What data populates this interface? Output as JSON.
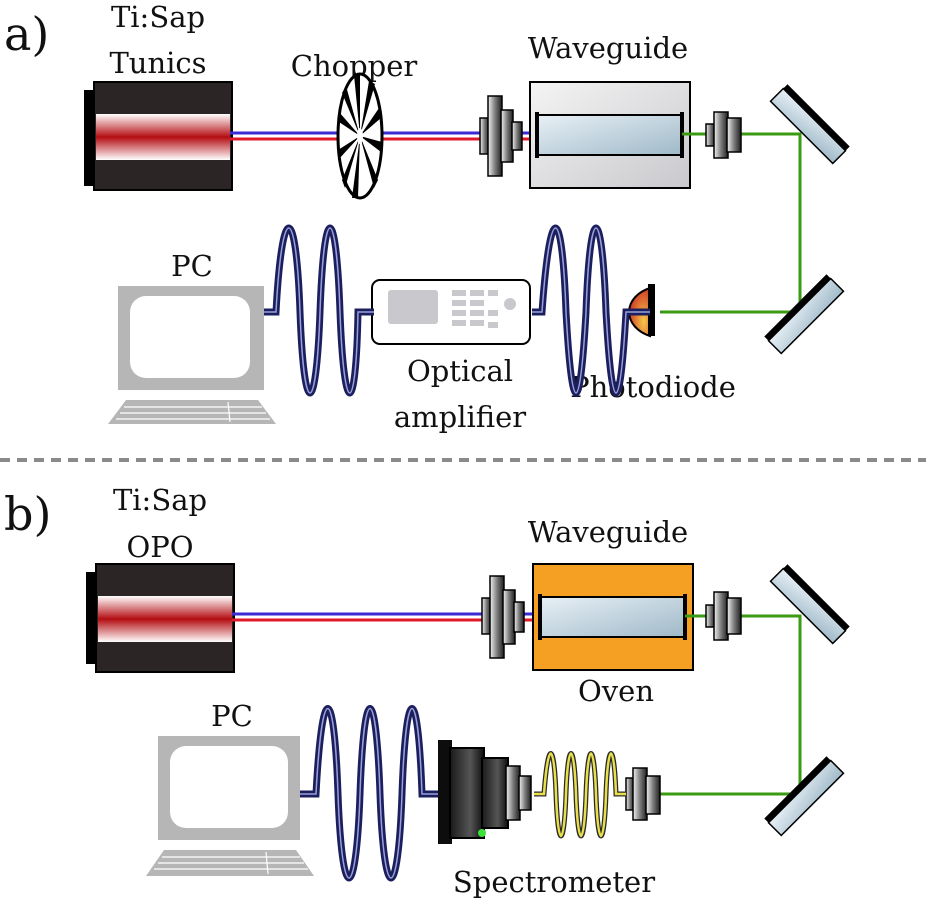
{
  "panel_a": {
    "letter": "a)",
    "laser_name": "Ti:Sap",
    "laser_model": "Tunics",
    "chopper": "Chopper",
    "waveguide": "Waveguide",
    "pc": "PC",
    "amplifier_line1": "Optical",
    "amplifier_line2": "amplifier",
    "photodiode": "Photodiode"
  },
  "panel_b": {
    "letter": "b)",
    "laser_name": "Ti:Sap",
    "laser_model": "OPO",
    "waveguide": "Waveguide",
    "oven": "Oven",
    "pc": "PC",
    "spectrometer": "Spectrometer"
  },
  "colors": {
    "beam_red": "#e0192a",
    "beam_blue": "#3b2bd6",
    "beam_green": "#3a9a12",
    "cable_navy": "#1c1f5e",
    "fiber_yellow": "#e8e04a",
    "laser_body": "#2b2526",
    "oven_orange": "#f6a023",
    "divider_gray": "#8a8a8a"
  }
}
